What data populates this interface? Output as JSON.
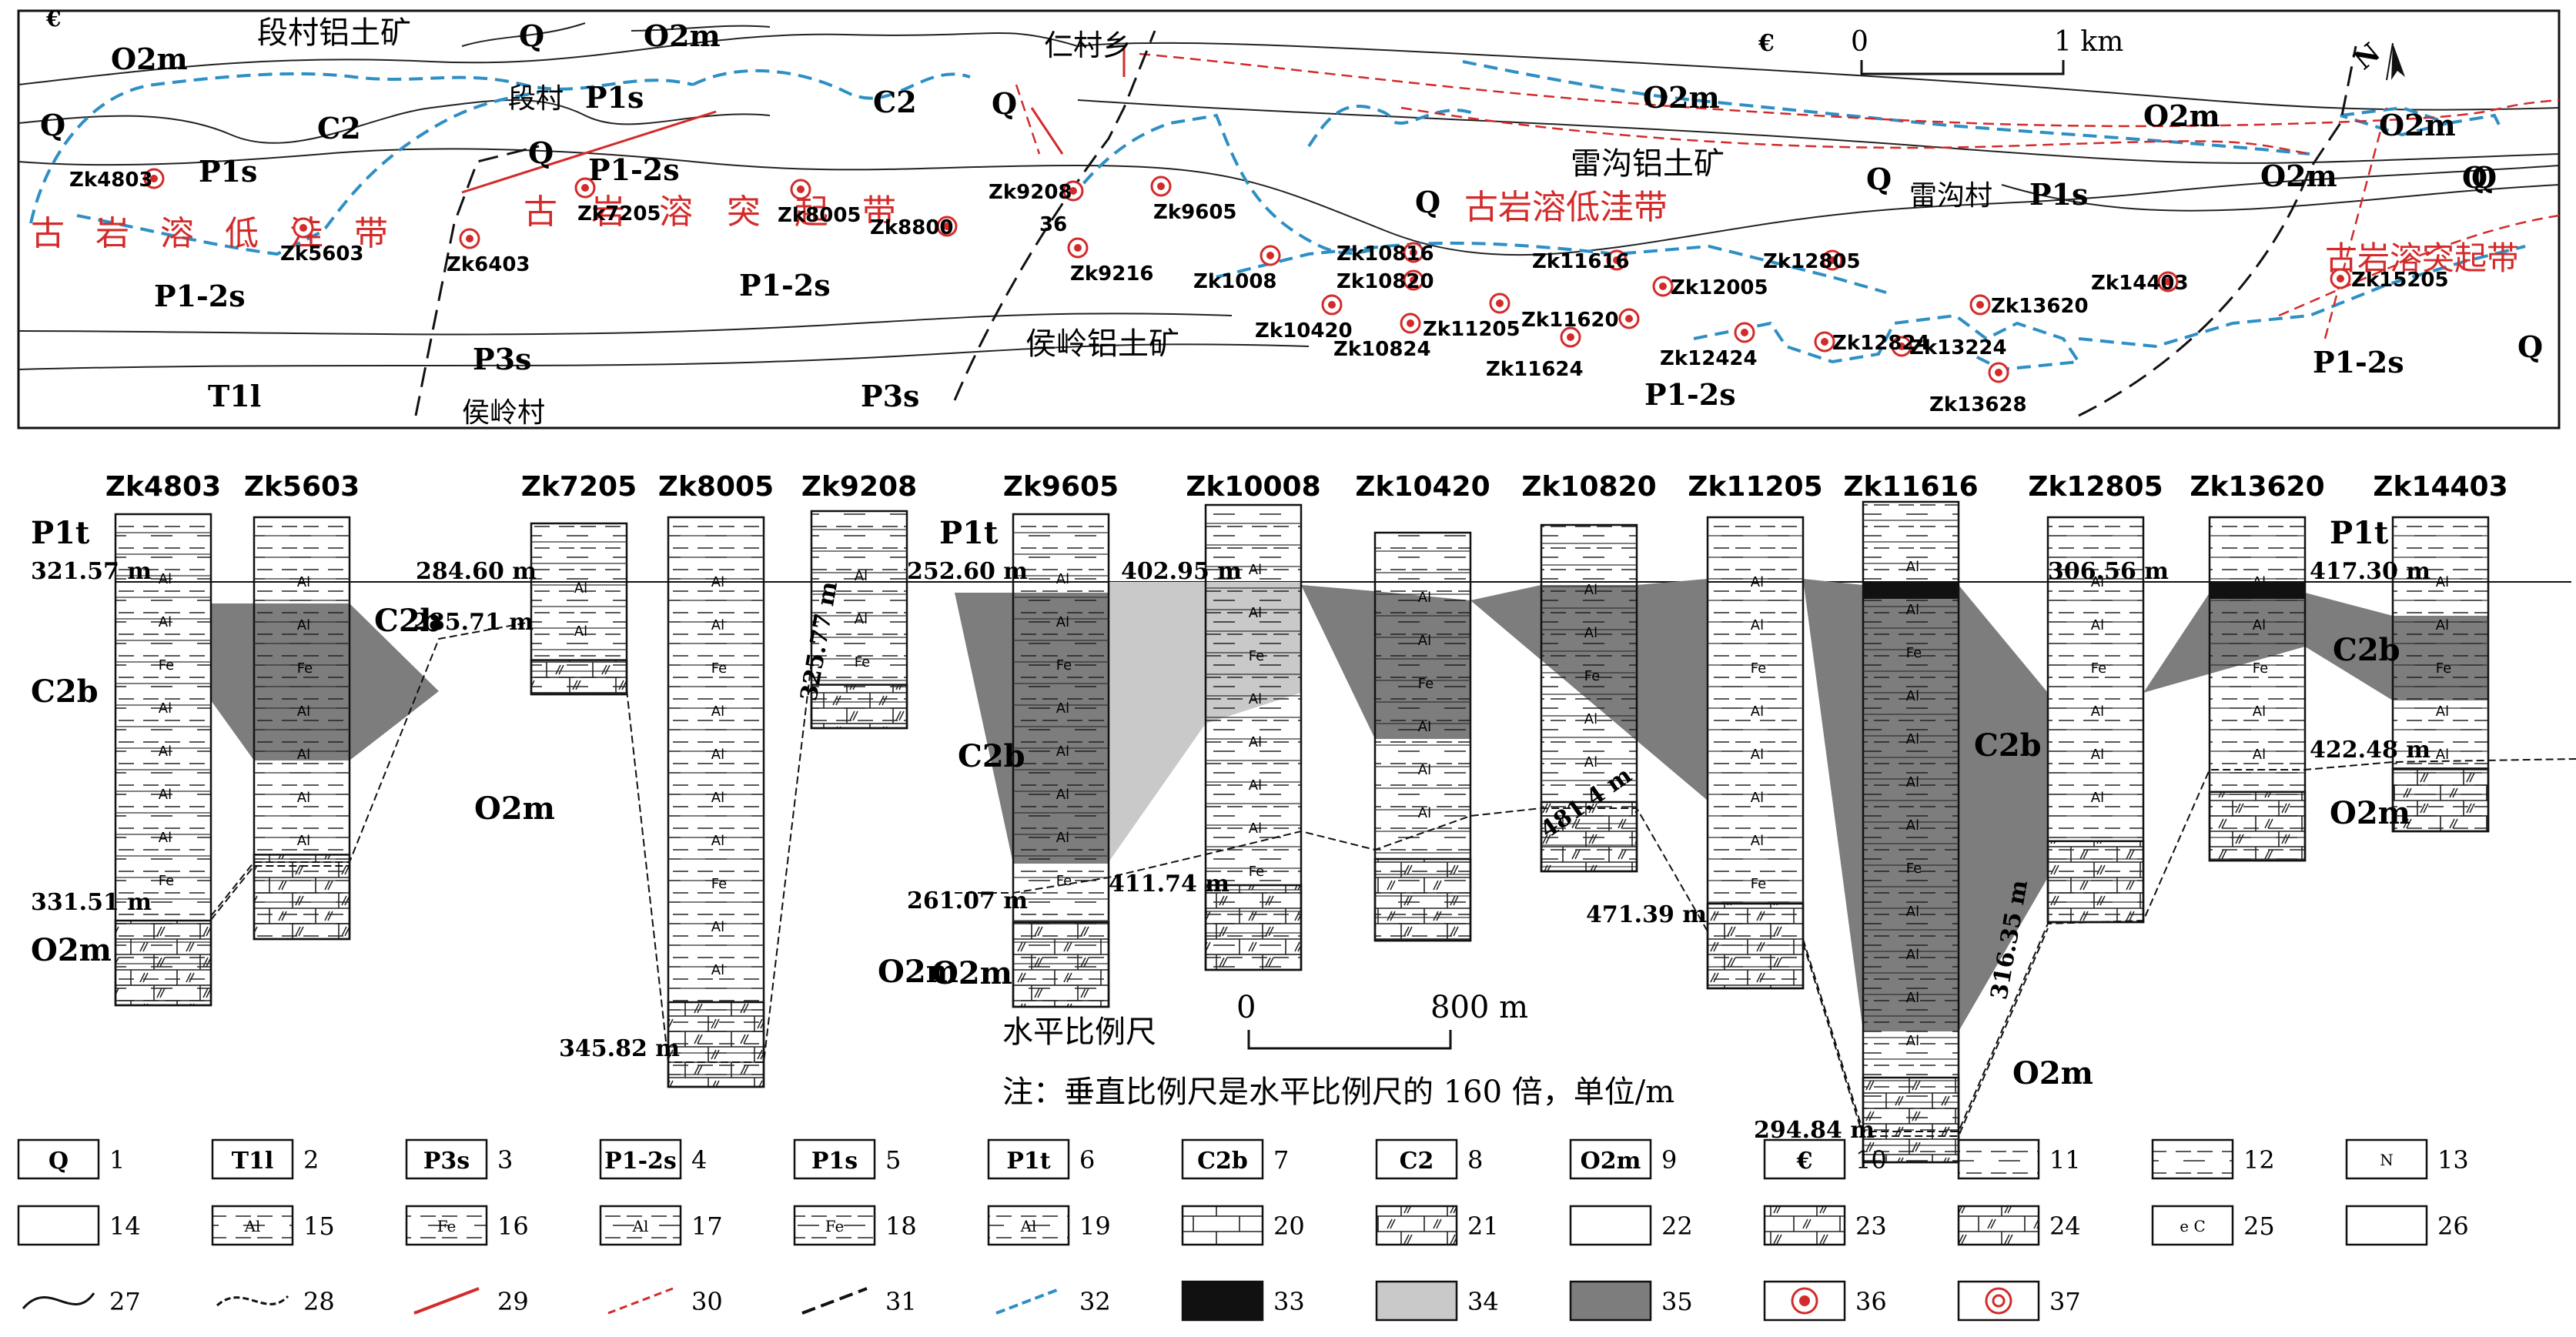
{
  "map": {
    "mine_labels": [
      "段村铝土矿",
      "雷沟铝土矿",
      "侯岭铝土矿"
    ],
    "villages": [
      "仁村乡",
      "段村",
      "雷沟村",
      "侯岭村"
    ],
    "zones": [
      "古岩溶低洼带",
      "古岩溶突起带",
      "古岩溶低洼带",
      "古岩溶突起带"
    ],
    "strata": [
      "O2m",
      "Q",
      "C2",
      "P1s",
      "P1-2s",
      "P3s",
      "T1l",
      "Q",
      "O2m",
      "Q",
      "P1-2s",
      "Q",
      "C2",
      "O2m",
      "O2m",
      "Q",
      "Q",
      "P1-2s",
      "P1-2s",
      "P1s",
      "P1-2s",
      "P1s",
      "Q",
      "P3s",
      "€",
      "€",
      "O2m",
      "O2m",
      "Q",
      "Q"
    ],
    "scale": {
      "zero": "0",
      "end": "1 km"
    },
    "north": "N",
    "wells": [
      "Zk4803",
      "Zk5603",
      "Zk6403",
      "Zk7205",
      "Zk8005",
      "Zk8800",
      "36",
      "Zk9208",
      "Zk9605",
      "Zk9216",
      "Zk1008",
      "Zk10816",
      "Zk10820",
      "Zk10420",
      "Zk10824",
      "Zk11205",
      "Zk11616",
      "Zk11620",
      "Zk11624",
      "Zk12005",
      "Zk12424",
      "Zk12805",
      "Zk12824",
      "Zk13224",
      "Zk13620",
      "Zk13628",
      "Zk14403",
      "Zk15205"
    ]
  },
  "section": {
    "columns": [
      "Zk4803",
      "Zk5603",
      "Zk7205",
      "Zk8005",
      "Zk9208",
      "Zk9605",
      "Zk10008",
      "Zk10420",
      "Zk10820",
      "Zk11205",
      "Zk11616",
      "Zk12805",
      "Zk13620",
      "Zk14403"
    ],
    "elevations": [
      "321.57 m",
      "331.51 m",
      "284.60 m",
      "285.71 m",
      "345.82 m",
      "325.77 m",
      "252.60 m",
      "261.07 m",
      "402.95 m",
      "411.74 m",
      "481.4 m",
      "471.39 m",
      "306.56 m",
      "294.84 m",
      "316.35 m",
      "417.30 m",
      "422.48 m"
    ],
    "strata_labels": [
      "P1t",
      "C2b",
      "O2m",
      "O2m",
      "P1t",
      "C2b",
      "O2m",
      "C2b",
      "O2m",
      "P1t",
      "C2b",
      "O2m",
      "C2b",
      "O2m"
    ],
    "lith_marks": [
      "Al",
      "Fe",
      "e",
      "C",
      "N"
    ],
    "scale_title": "水平比例尺",
    "scale_zero": "0",
    "scale_end": "800 m",
    "note": "注：垂直比例尺是水平比例尺的 160 倍，单位/m"
  },
  "legend": {
    "items": [
      {
        "n": "1",
        "sym": "Q"
      },
      {
        "n": "2",
        "sym": "T1l"
      },
      {
        "n": "3",
        "sym": "P3s"
      },
      {
        "n": "4",
        "sym": "P1-2s"
      },
      {
        "n": "5",
        "sym": "P1s"
      },
      {
        "n": "6",
        "sym": "P1t"
      },
      {
        "n": "7",
        "sym": "C2b"
      },
      {
        "n": "8",
        "sym": "C2"
      },
      {
        "n": "9",
        "sym": "O2m"
      },
      {
        "n": "10",
        "sym": "€"
      },
      {
        "n": "11",
        "sym": ""
      },
      {
        "n": "12",
        "sym": ""
      },
      {
        "n": "13",
        "sym": "N"
      },
      {
        "n": "14",
        "sym": ""
      },
      {
        "n": "15",
        "sym": "Al"
      },
      {
        "n": "16",
        "sym": "Fe"
      },
      {
        "n": "17",
        "sym": "Al"
      },
      {
        "n": "18",
        "sym": "Fe"
      },
      {
        "n": "19",
        "sym": "Al"
      },
      {
        "n": "20",
        "sym": ""
      },
      {
        "n": "21",
        "sym": ""
      },
      {
        "n": "22",
        "sym": ""
      },
      {
        "n": "23",
        "sym": ""
      },
      {
        "n": "24",
        "sym": ""
      },
      {
        "n": "25",
        "sym": "e C"
      },
      {
        "n": "26",
        "sym": ""
      },
      {
        "n": "27",
        "sym": ""
      },
      {
        "n": "28",
        "sym": ""
      },
      {
        "n": "29",
        "sym": ""
      },
      {
        "n": "30",
        "sym": ""
      },
      {
        "n": "31",
        "sym": ""
      },
      {
        "n": "32",
        "sym": ""
      },
      {
        "n": "33",
        "sym": ""
      },
      {
        "n": "34",
        "sym": ""
      },
      {
        "n": "35",
        "sym": ""
      },
      {
        "n": "36",
        "sym": ""
      },
      {
        "n": "37",
        "sym": ""
      }
    ]
  },
  "colors": {
    "red": "#d42a2a",
    "blue": "#2e8fc5",
    "dark": "#7d7d7d",
    "light": "#c9c9c9",
    "black": "#111111"
  }
}
